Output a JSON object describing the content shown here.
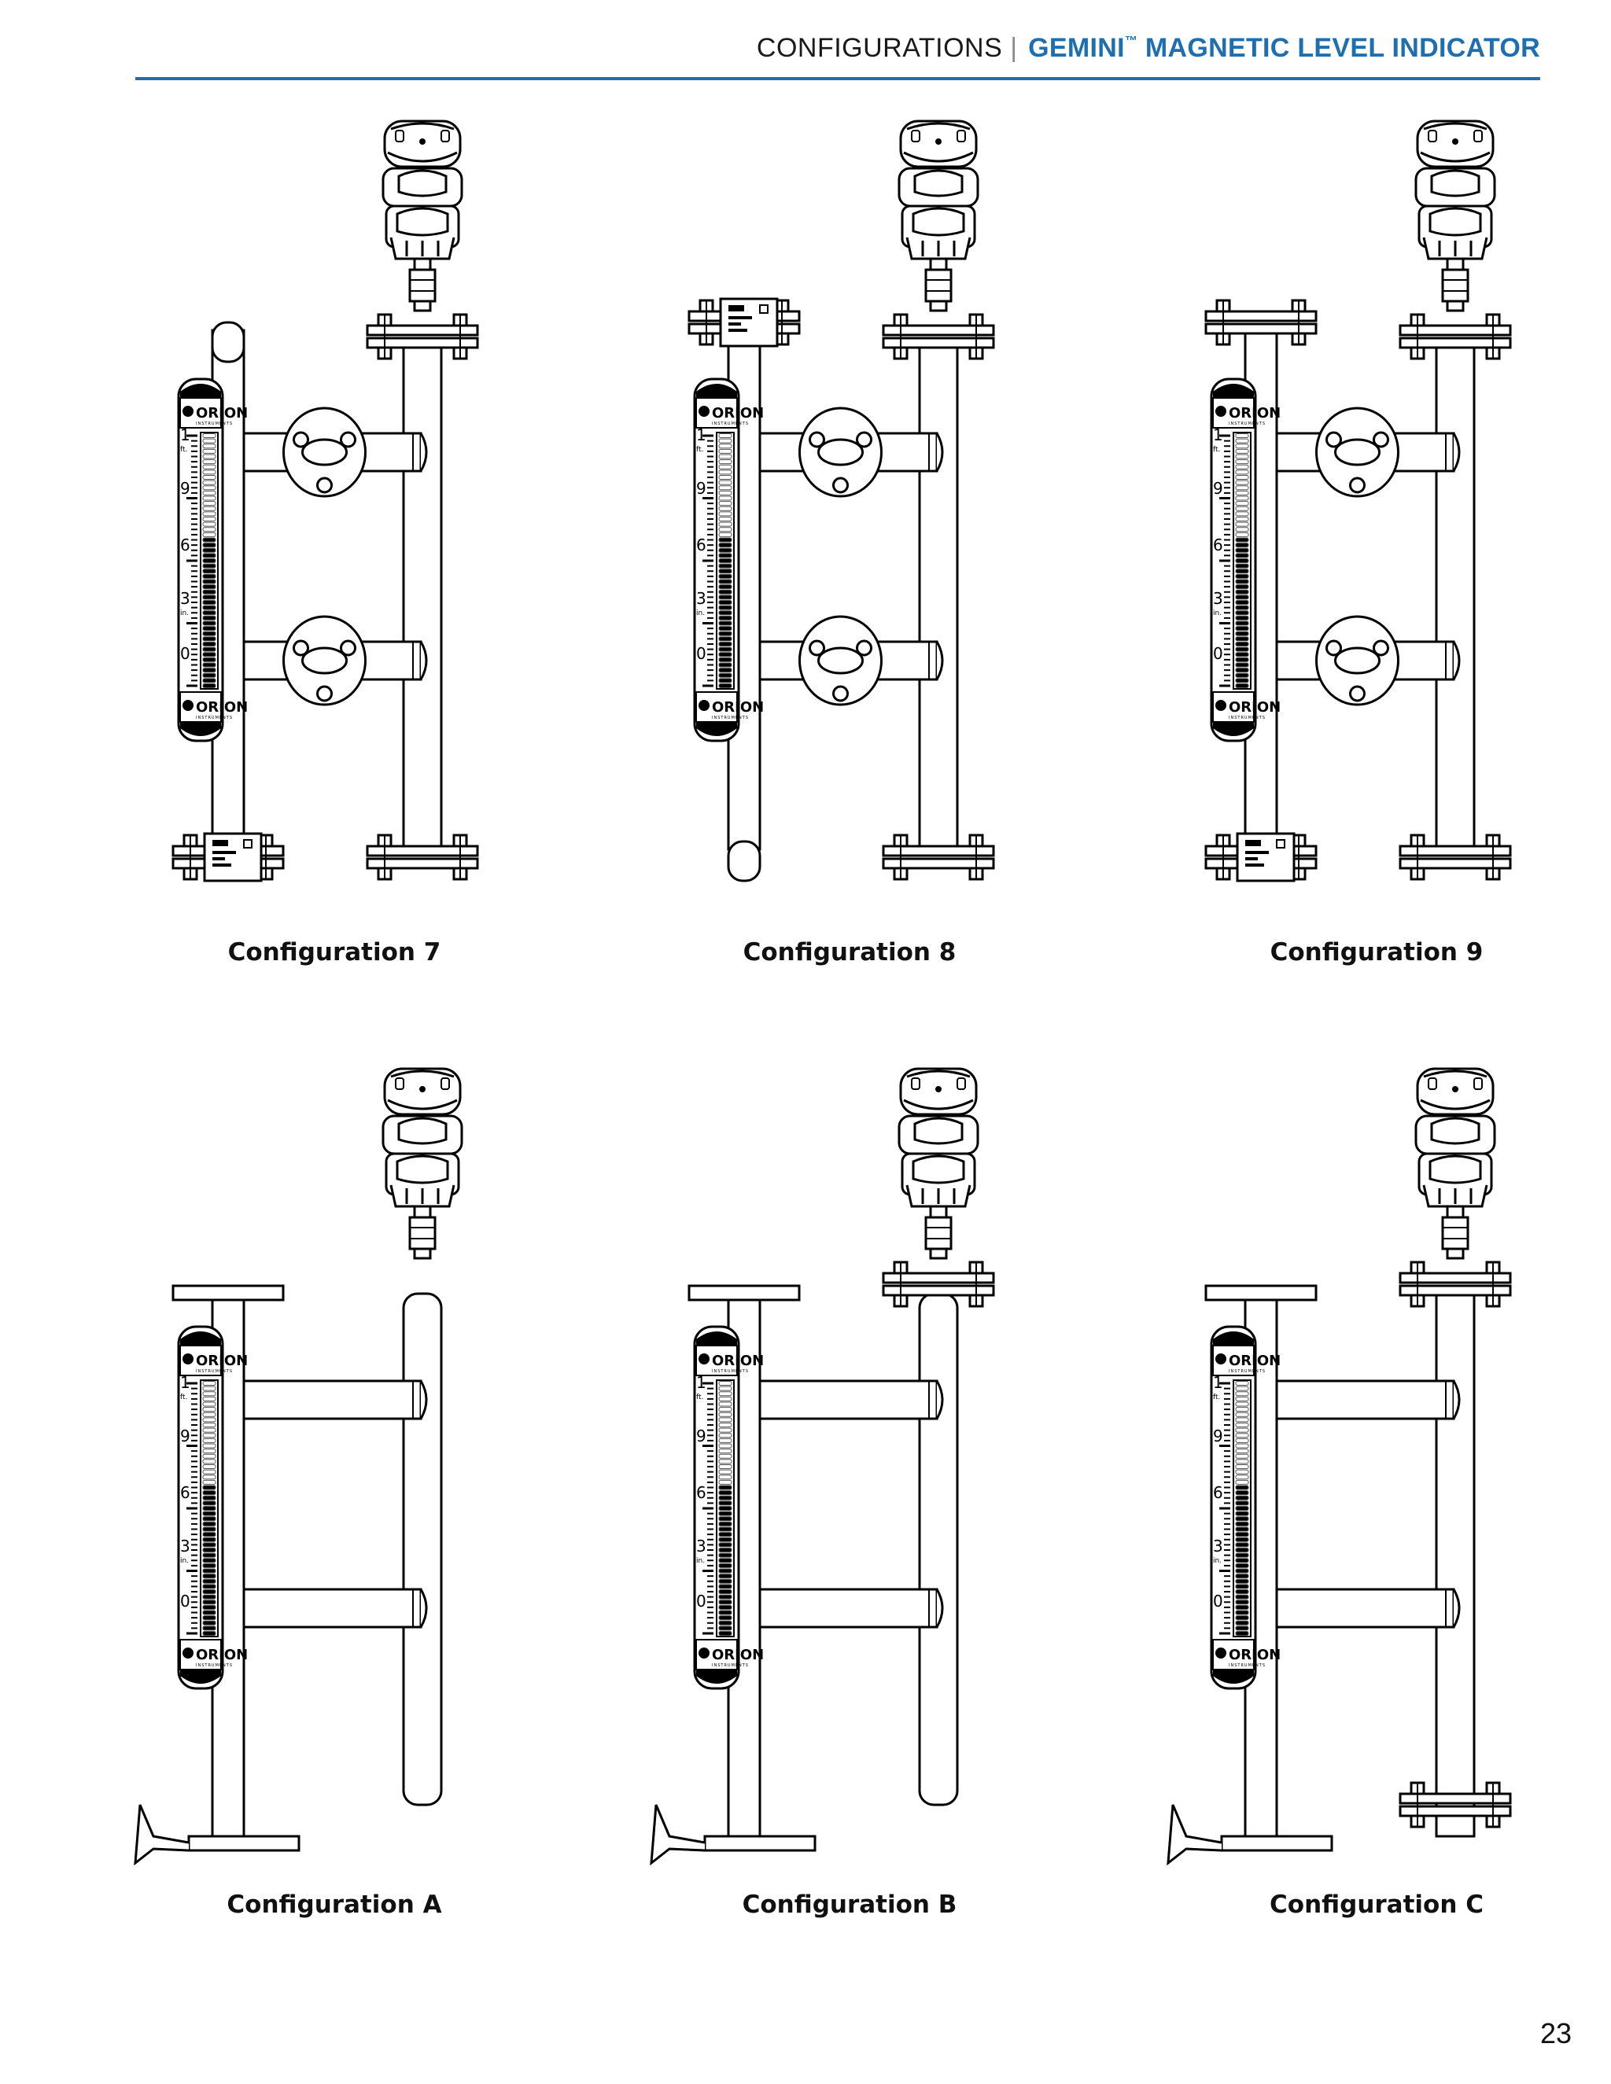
{
  "header": {
    "section": "CONFIGURATIONS",
    "separator": "|",
    "product": "GEMINI",
    "trademark": "™",
    "product_suffix": " MAGNETIC LEVEL INDICATOR",
    "accent_color": "#1d6fb0"
  },
  "scale_labels": {
    "foot": "1",
    "foot_unit": "ft.",
    "nine": "9",
    "six": "6",
    "three": "3",
    "inch_unit": "in.",
    "zero": "0"
  },
  "logo_text": "ORION",
  "logo_subtext": "INSTRUMENTS",
  "configurations": [
    {
      "caption": "Configuration 7"
    },
    {
      "caption": "Configuration 8"
    },
    {
      "caption": "Configuration 9"
    },
    {
      "caption": "Configuration A"
    },
    {
      "caption": "Configuration B"
    },
    {
      "caption": "Configuration C"
    }
  ],
  "page_number": "23"
}
